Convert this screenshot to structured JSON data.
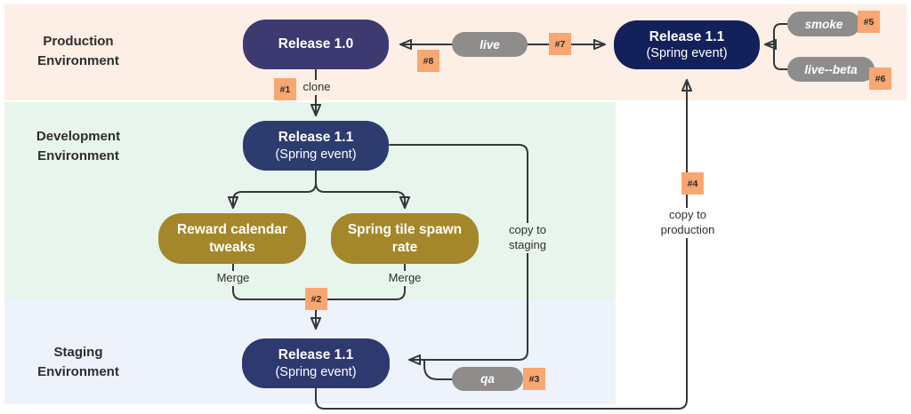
{
  "diagram": {
    "environments": [
      {
        "id": "production",
        "label_line1": "Production",
        "label_line2": "Environment",
        "bg_color": "#fdeee6"
      },
      {
        "id": "development",
        "label_line1": "Development",
        "label_line2": "Environment",
        "bg_color": "#e8f5ed"
      },
      {
        "id": "staging",
        "label_line1": "Staging",
        "label_line2": "Environment",
        "bg_color": "#edf2fb"
      }
    ],
    "nodes": [
      {
        "id": "release-1-0-production",
        "title": "Release 1.0",
        "environment": "production",
        "color": "#3d3a72"
      },
      {
        "id": "release-1-1-production",
        "title": "Release 1.1",
        "subtitle": "(Spring event)",
        "environment": "production",
        "color": "#13205a"
      },
      {
        "id": "release-1-1-development",
        "title": "Release 1.1",
        "subtitle": "(Spring event)",
        "environment": "development",
        "color": "#2e3b6e"
      },
      {
        "id": "reward-calendar-tweaks",
        "title": "Reward calendar tweaks",
        "environment": "development",
        "color": "#a3872a"
      },
      {
        "id": "spring-tile-spawn-rate",
        "title": "Spring tile spawn rate",
        "environment": "development",
        "color": "#a3872a"
      },
      {
        "id": "release-1-1-staging",
        "title": "Release 1.1",
        "subtitle": "(Spring event)",
        "environment": "staging",
        "color": "#2d396f"
      }
    ],
    "tags": [
      {
        "id": "live",
        "label": "live"
      },
      {
        "id": "smoke",
        "label": "smoke"
      },
      {
        "id": "live-beta",
        "label": "live--beta"
      },
      {
        "id": "qa",
        "label": "qa"
      }
    ],
    "step_badges": [
      {
        "id": "step-1",
        "label": "#1"
      },
      {
        "id": "step-2",
        "label": "#2"
      },
      {
        "id": "step-3",
        "label": "#3"
      },
      {
        "id": "step-4",
        "label": "#4"
      },
      {
        "id": "step-5",
        "label": "#5"
      },
      {
        "id": "step-6",
        "label": "#6"
      },
      {
        "id": "step-7",
        "label": "#7"
      },
      {
        "id": "step-8",
        "label": "#8"
      }
    ],
    "edge_labels": [
      {
        "id": "clone",
        "text": "clone"
      },
      {
        "id": "merge-left",
        "text": "Merge"
      },
      {
        "id": "merge-right",
        "text": "Merge"
      },
      {
        "id": "copy-to-staging",
        "line1": "copy to",
        "line2": "staging"
      },
      {
        "id": "copy-to-production",
        "line1": "copy to",
        "line2": "production"
      }
    ],
    "colors": {
      "edge_line": "#33383a",
      "step_badge": "#f9a772",
      "tag_pill": "#8f8c8c",
      "node_text": "#ffffff"
    }
  }
}
